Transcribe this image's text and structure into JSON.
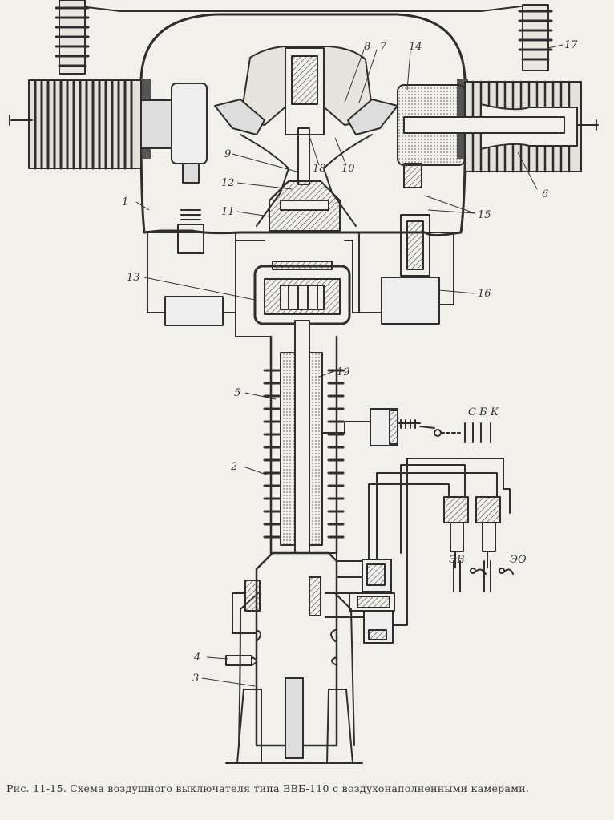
{
  "figure": {
    "caption": "Рис. 11-15. Схема воздушного выключателя типа ВВБ-110 с воздухонаполненными камерами.",
    "labels": {
      "l1": "1",
      "l2": "2",
      "l3": "3",
      "l4": "4",
      "l5": "5",
      "l6": "6",
      "l7": "7",
      "l8": "8",
      "l9": "9",
      "l10": "10",
      "l11": "11",
      "l12": "12",
      "l13": "13",
      "l14": "14",
      "l15": "15",
      "l16": "16",
      "l17": "17",
      "l18": "18",
      "l19": "19",
      "c": "С",
      "b": "Б",
      "k": "К",
      "ev": "ЭВ",
      "eo": "ЭО"
    }
  }
}
